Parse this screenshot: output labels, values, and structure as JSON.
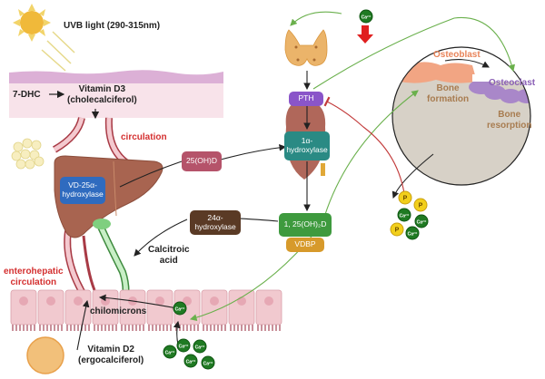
{
  "title": "Vitamin D metabolism and calcium/phosphate regulation",
  "labels": {
    "uvb": "UVB light (290-315nm)",
    "seven_dhc": "7-DHC",
    "vitamin_d3_line1": "Vitamin D3",
    "vitamin_d3_line2": "(cholecalciferol)",
    "circulation": "circulation",
    "enterohepatic_line1": "enterohepatic",
    "enterohepatic_line2": "circulation",
    "calcitroic_line1": "Calcitroic",
    "calcitroic_line2": "acid",
    "chilomicrons": "chilomicrons",
    "vitamin_d2_line1": "Vitamin D2",
    "vitamin_d2_line2": "(ergocalciferol)",
    "osteoblast": "Osteoblast",
    "osteoclast": "Osteoclast",
    "bone_formation_line1": "Bone",
    "bone_formation_line2": "formation",
    "bone_resorption_line1": "Bone",
    "bone_resorption_line2": "resorption"
  },
  "boxes": {
    "vd25": {
      "line1": "VD-25α-",
      "line2": "hydroxylase",
      "color": "#2f6bbf"
    },
    "oh25d": {
      "text": "25(OH)D",
      "color": "#b5536a"
    },
    "one_alpha": {
      "line1": "1α-",
      "line2": "hydroxylase",
      "color": "#2a8a84"
    },
    "pth": {
      "text": "PTH",
      "color": "#8a55c9"
    },
    "oh125d": {
      "text": "1, 25(OH)₂D",
      "color": "#3e9a3e"
    },
    "vdbp": {
      "text": "VDBP",
      "color": "#d79a2b"
    },
    "alpha24": {
      "line1": "24α-",
      "line2": "hydroxylase",
      "color": "#5a3a25"
    }
  },
  "ions": {
    "calcium": "Ca²⁺",
    "phosphate": "P"
  },
  "colors": {
    "arrow_black": "#222222",
    "arrow_green": "#6ab04c",
    "arrow_red": "#c23a3a",
    "skin_top": "#d8a6cf",
    "skin_body": "#f7e4ea",
    "liver": "#a86450",
    "kidney": "#b0675a",
    "intestine": "#f1c9cf",
    "bone_bg": "#d7d1c7",
    "osteoblast": "#f2a583",
    "osteoclast": "#a987c9",
    "calcium": "#1f7a22",
    "phosphate": "#f2cf1b",
    "red_arrow": "#e02020"
  }
}
